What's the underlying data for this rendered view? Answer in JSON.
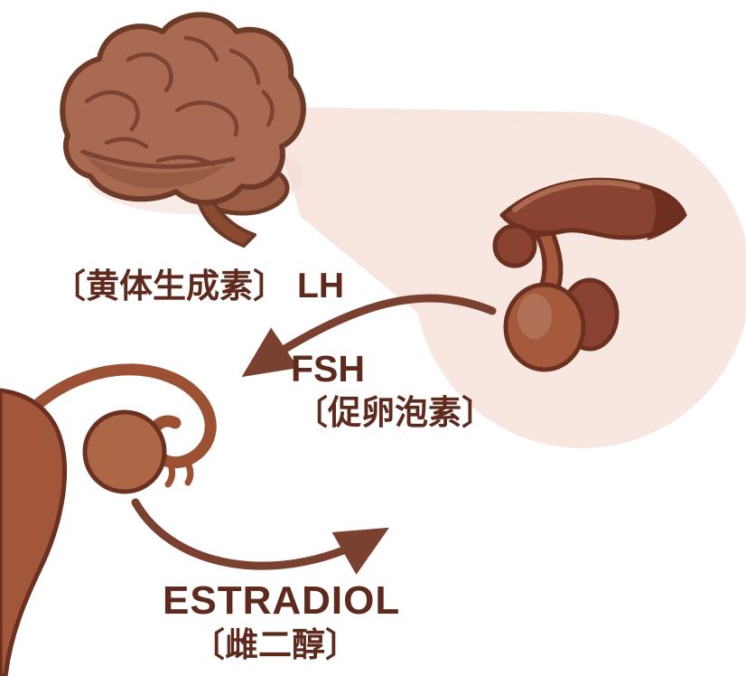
{
  "labels": {
    "lh": {
      "cn": "〔黄体生成素〕",
      "en": "LH"
    },
    "fsh": {
      "en": "FSH",
      "cn": "〔促卵泡素〕"
    },
    "estradiol": {
      "en": "ESTRADIOL",
      "cn": "〔雌二醇〕"
    }
  },
  "colors": {
    "background": "#ffffff",
    "text": "#5d2a1d",
    "arrow": "#7a4030",
    "brain_fill": "#a86a50",
    "brain_outline": "#6e3a28",
    "gyri": "#7c4331",
    "beam_fill": "#f6ded7",
    "circle_fill": "#f8e7e1",
    "pituitary_dark": "#8a4330",
    "pituitary_mid": "#a55a3d",
    "organ_outline": "#6b3020",
    "organ_fill": "#a3573a",
    "tube": "#9c5134",
    "ovary_fill": "#ad6747"
  }
}
